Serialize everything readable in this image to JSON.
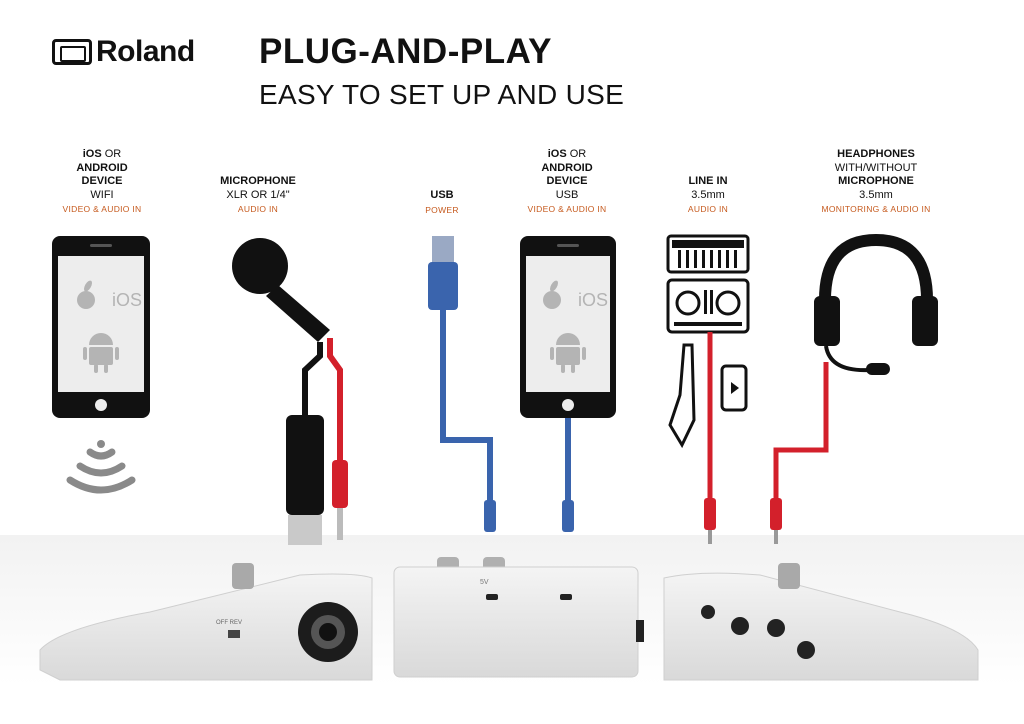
{
  "brand": {
    "logo_text": "Roland"
  },
  "header": {
    "title": "PLUG-AND-PLAY",
    "subtitle": "EASY TO SET UP AND USE"
  },
  "connections": [
    {
      "lines": [
        {
          "bold": "iOS",
          "plain": " OR"
        },
        {
          "bold": "ANDROID",
          "plain": ""
        },
        {
          "bold": "DEVICE",
          "plain": ""
        },
        {
          "bold": "",
          "plain": "WIFI"
        }
      ],
      "role": "VIDEO & AUDIO IN"
    },
    {
      "lines": [
        {
          "bold": "MICROPHONE",
          "plain": ""
        },
        {
          "bold": "",
          "plain": "XLR OR 1/4\""
        }
      ],
      "role": "AUDIO IN"
    },
    {
      "lines": [
        {
          "bold": "USB",
          "plain": ""
        }
      ],
      "role": "POWER"
    },
    {
      "lines": [
        {
          "bold": "iOS",
          "plain": " OR"
        },
        {
          "bold": "ANDROID",
          "plain": ""
        },
        {
          "bold": "DEVICE",
          "plain": ""
        },
        {
          "bold": "",
          "plain": "USB"
        }
      ],
      "role": "VIDEO & AUDIO IN"
    },
    {
      "lines": [
        {
          "bold": "LINE IN",
          "plain": ""
        },
        {
          "bold": "",
          "plain": "3.5mm"
        }
      ],
      "role": "AUDIO IN"
    },
    {
      "lines": [
        {
          "bold": "HEADPHONES",
          "plain": ""
        },
        {
          "bold": "",
          "plain": "WITH/WITHOUT"
        },
        {
          "bold": "MICROPHONE",
          "plain": ""
        },
        {
          "bold": "",
          "plain": "3.5mm"
        }
      ],
      "role": "MONITORING & AUDIO IN"
    }
  ],
  "device_text": {
    "phone_os_label": "iOS",
    "switch_label": "OFF  REV",
    "port_5v_label": "5V"
  },
  "colors": {
    "accent_role": "#c65a1e",
    "cable_red": "#d3202b",
    "cable_blue": "#3a64ad",
    "cable_black": "#111111"
  },
  "icons": [
    "roland-logo",
    "smartphone-icon",
    "apple-icon",
    "android-icon",
    "wifi-icon",
    "microphone-icon",
    "xlr-plug-icon",
    "usb-plug-icon",
    "keyboard-icon",
    "dj-controller-icon",
    "wind-instrument-icon",
    "media-player-icon",
    "headset-icon"
  ]
}
